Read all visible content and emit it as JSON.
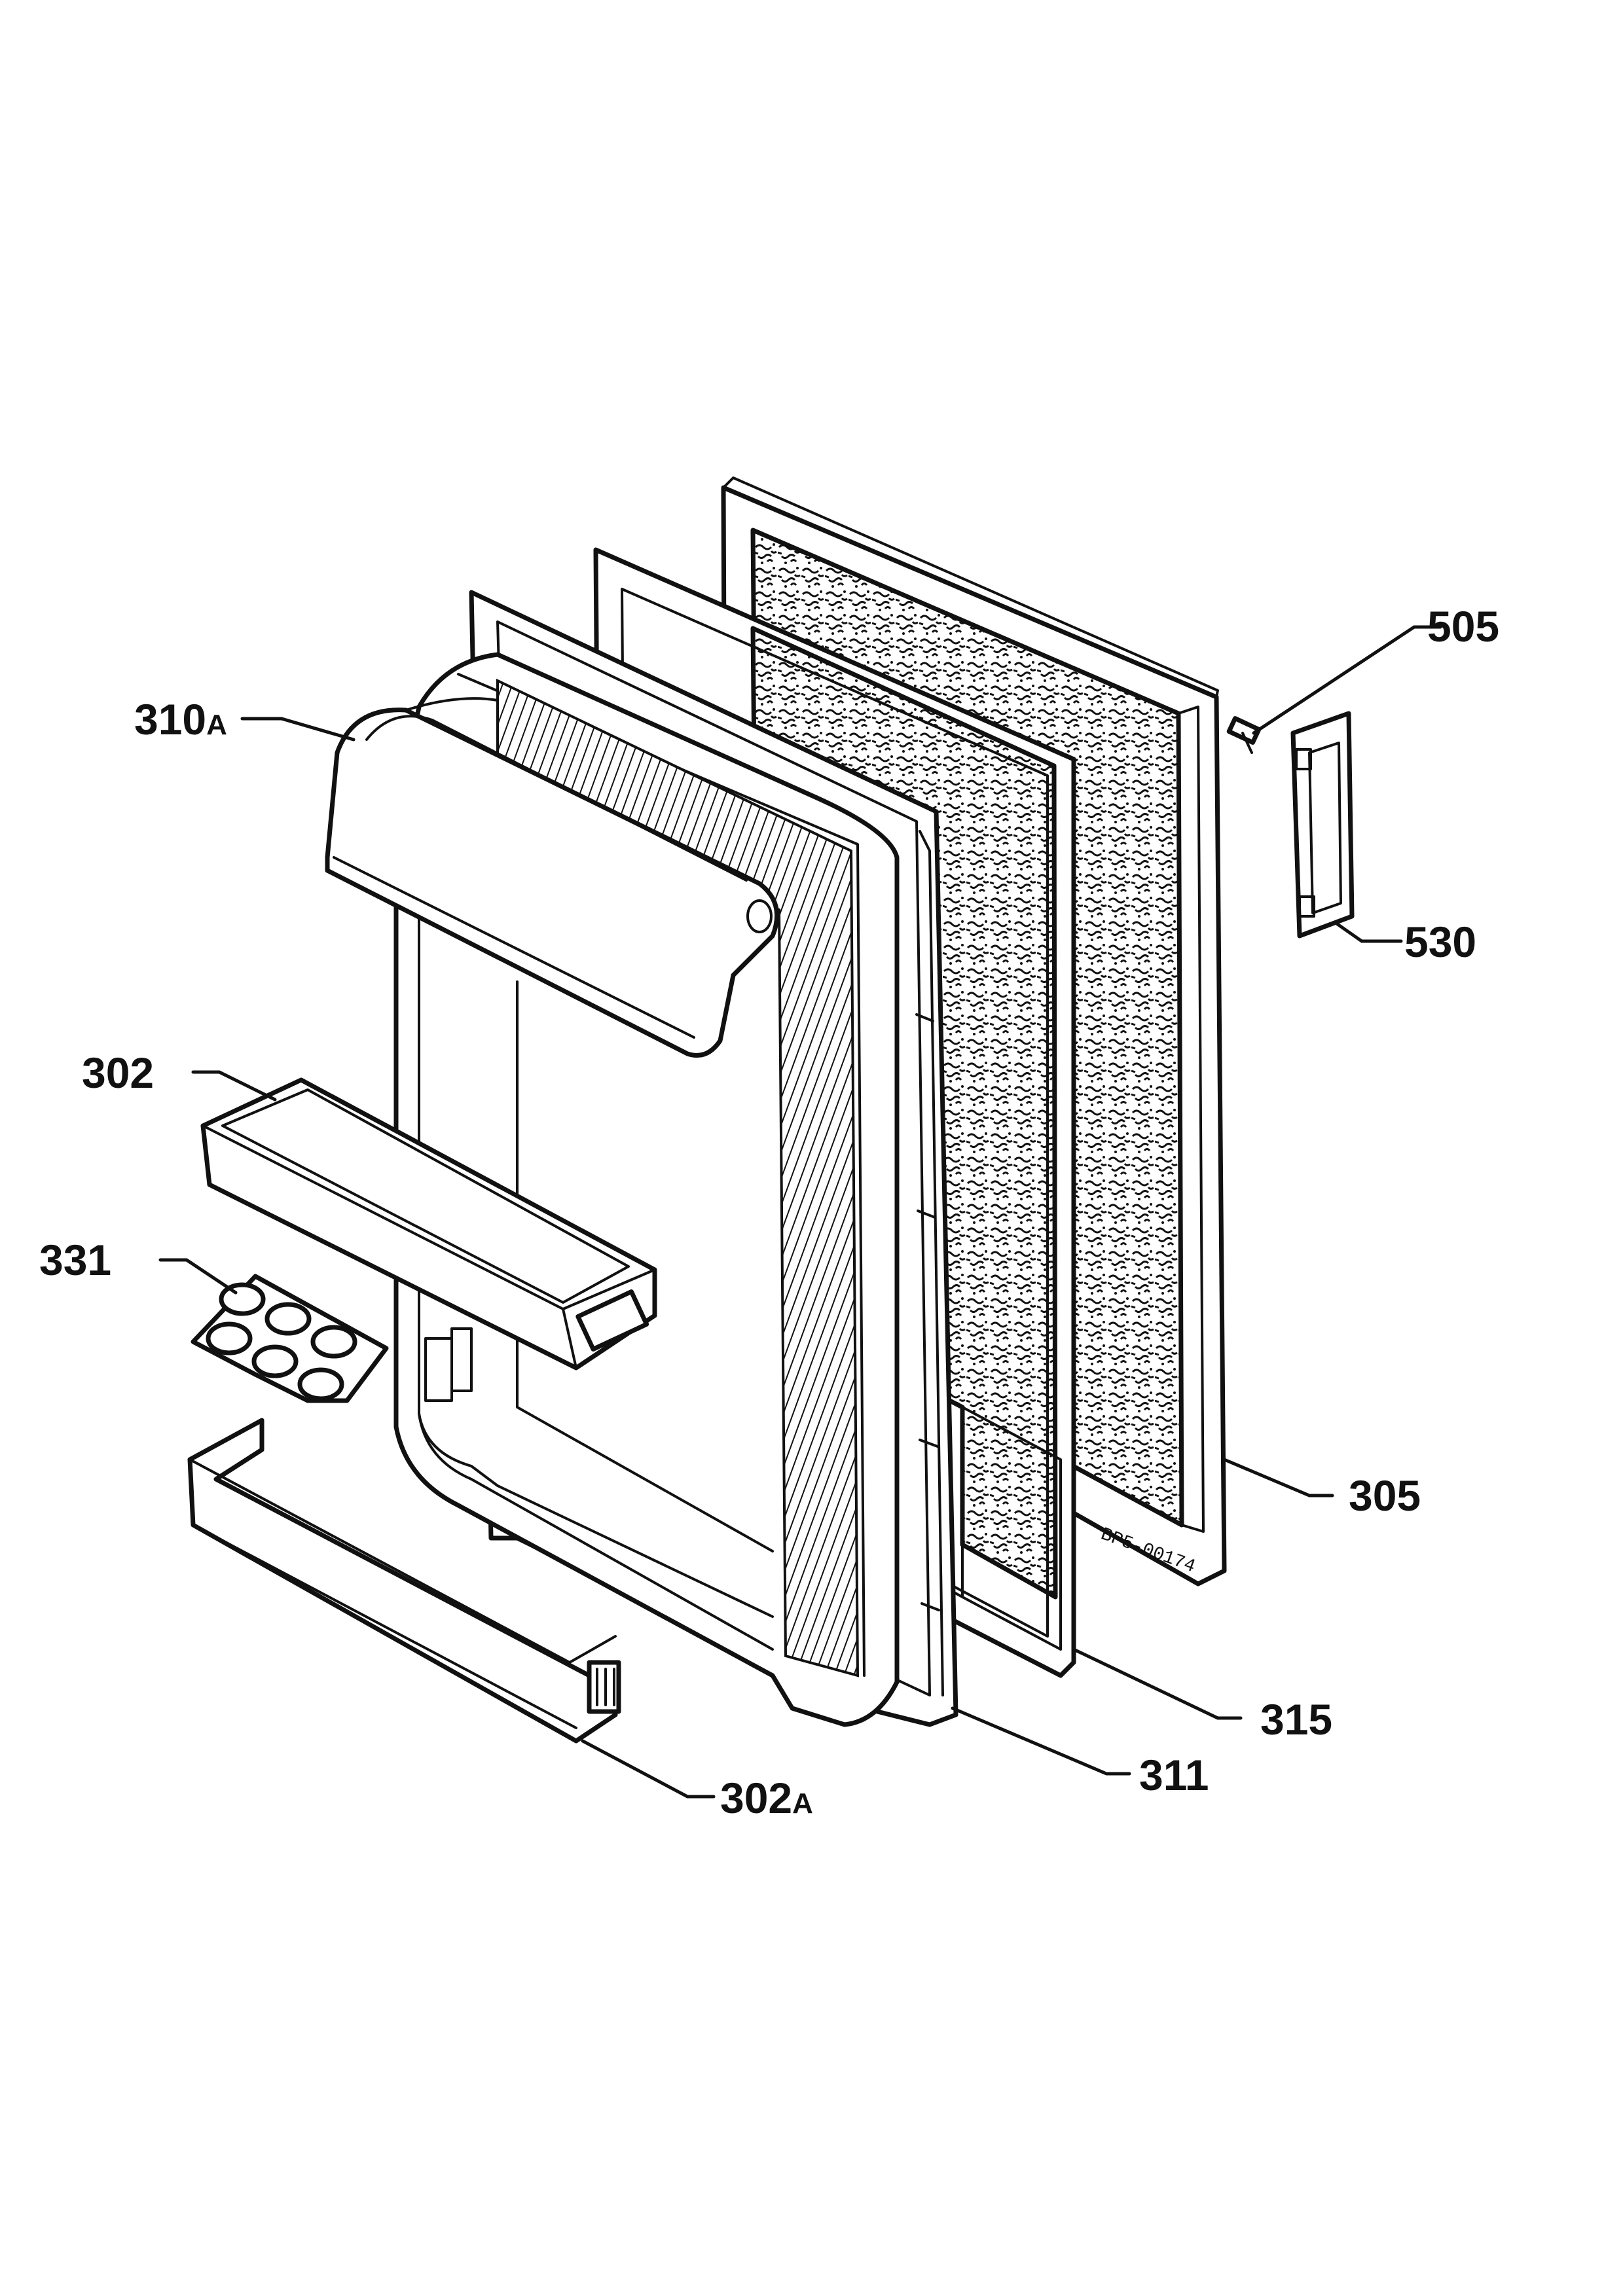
{
  "diagram": {
    "callouts": {
      "c505": {
        "number": "505",
        "suffix": ""
      },
      "c530": {
        "number": "530",
        "suffix": ""
      },
      "c310a": {
        "number": "310",
        "suffix": "A"
      },
      "c302": {
        "number": "302",
        "suffix": ""
      },
      "c331": {
        "number": "331",
        "suffix": ""
      },
      "c305": {
        "number": "305",
        "suffix": ""
      },
      "c315": {
        "number": "315",
        "suffix": ""
      },
      "c311": {
        "number": "311",
        "suffix": ""
      },
      "c302a": {
        "number": "302",
        "suffix": "A"
      }
    },
    "drawing_code": "BP5-00174"
  },
  "colors": {
    "ink": "#111111",
    "paper": "#ffffff"
  }
}
